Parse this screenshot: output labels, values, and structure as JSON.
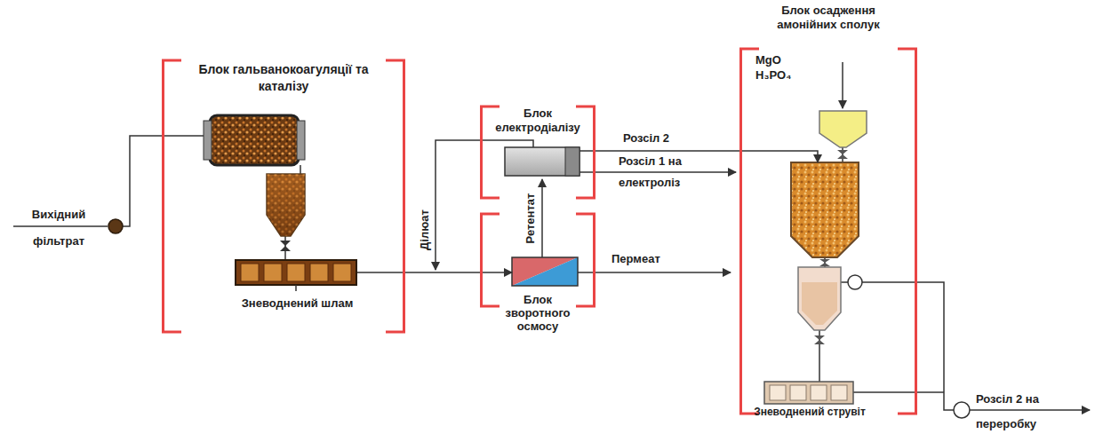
{
  "diagram": {
    "nodes": [
      {
        "text": [
          "Блок гальванокоагуляції та каталізу"
        ]
      },
      {
        "text": [
          "Зневоднений шлам"
        ],
        "in": 0
      },
      {
        "text": [
          "Блок електродіалізу"
        ]
      },
      {
        "text": [
          "Блок зворотного осмосу"
        ]
      },
      {
        "text": [
          "Блок осадження амонійних сполук"
        ]
      },
      {
        "text": [
          "Зневоднений струвіт"
        ],
        "in": 4
      }
    ],
    "edges": [
      {
        "from": 0,
        "to": 3,
        "arrow": "to"
      },
      {
        "from": 3,
        "to": 2,
        "label": "Ретентат",
        "arrow": "to"
      },
      {
        "from": 2,
        "to": 3,
        "label": "Ділюат",
        "arrow": "to"
      },
      {
        "from": 2,
        "to": 4,
        "label": "Розсіл 2",
        "arrow": "to"
      }
    ],
    "labels": [
      "Вихідний фільтрат",
      "Розсіл 1 на електроліз",
      "Пермеат",
      "MgO",
      "H₃PO₄",
      "Розсіл 2 на переробку"
    ]
  }
}
